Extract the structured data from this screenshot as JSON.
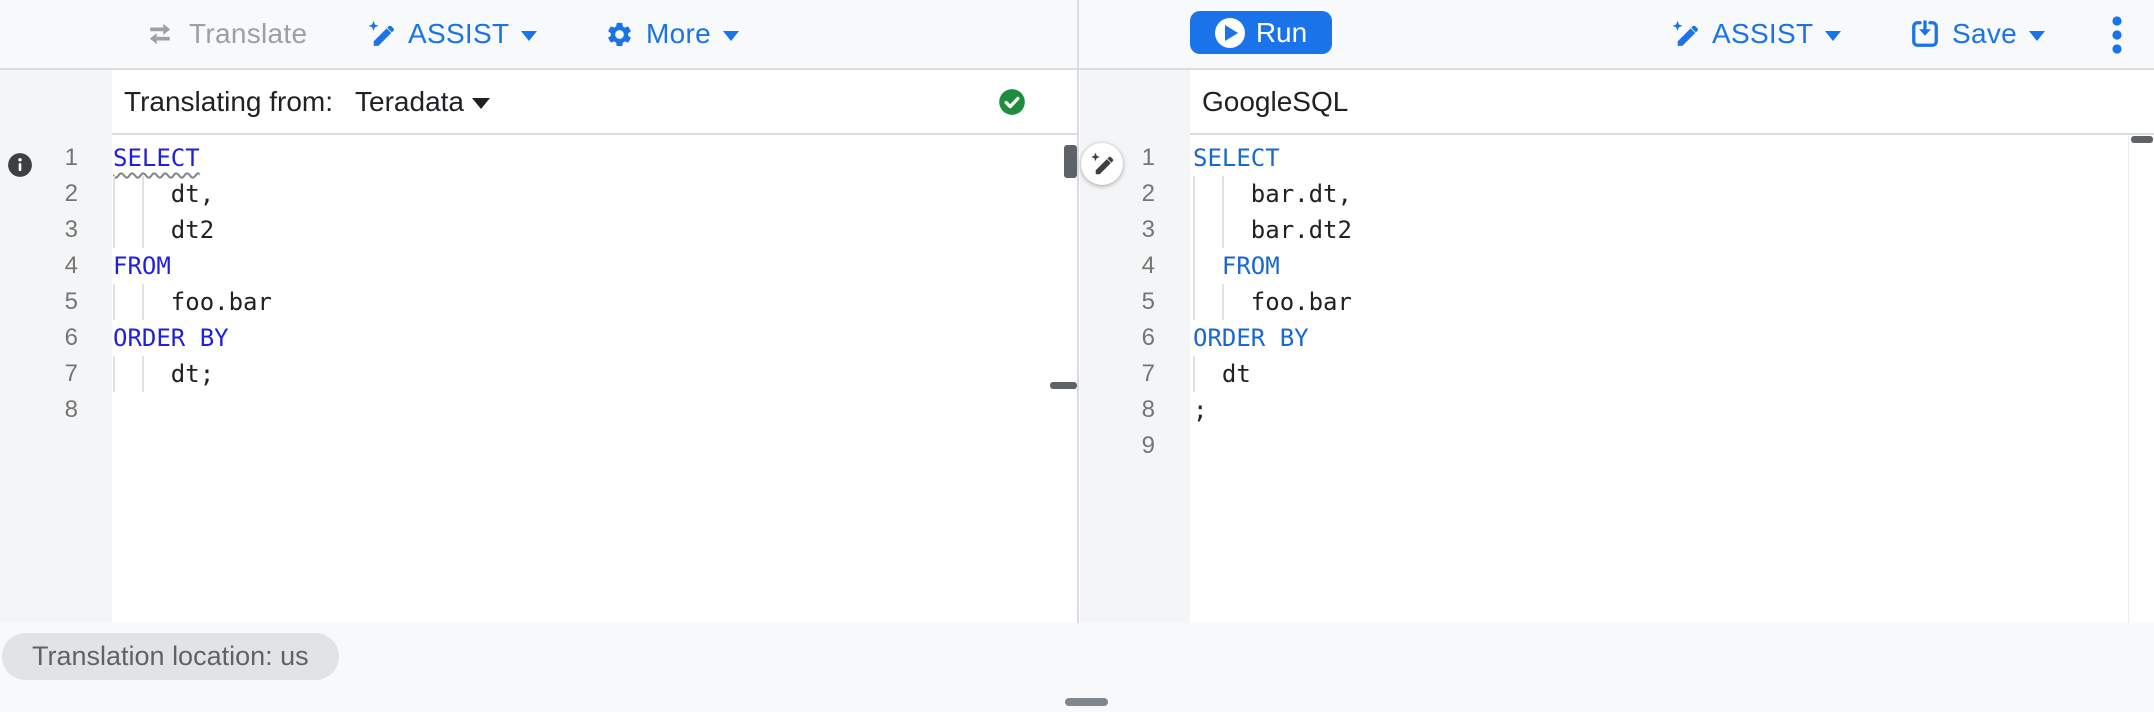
{
  "toolbar_left": {
    "translate": "Translate",
    "assist": "ASSIST",
    "more": "More"
  },
  "toolbar_right": {
    "run": "Run",
    "assist": "ASSIST",
    "save": "Save"
  },
  "left_panel": {
    "translating_from_label": "Translating from:",
    "source_dialect": "Teradata"
  },
  "right_panel": {
    "dialect_label": "GoogleSQL"
  },
  "left_editor": {
    "lines": [
      {
        "n": "1",
        "parts": [
          {
            "t": "SELECT",
            "c": "kw",
            "sq": true
          }
        ]
      },
      {
        "n": "2",
        "g": [
          0,
          2
        ],
        "parts": [
          {
            "t": "    dt,",
            "c": "pl"
          }
        ]
      },
      {
        "n": "3",
        "g": [
          0,
          2
        ],
        "parts": [
          {
            "t": "    dt2",
            "c": "pl"
          }
        ]
      },
      {
        "n": "4",
        "parts": [
          {
            "t": "FROM",
            "c": "kw"
          }
        ]
      },
      {
        "n": "5",
        "g": [
          0,
          2
        ],
        "parts": [
          {
            "t": "    foo.bar",
            "c": "pl"
          }
        ]
      },
      {
        "n": "6",
        "parts": [
          {
            "t": "ORDER BY",
            "c": "kw"
          }
        ]
      },
      {
        "n": "7",
        "g": [
          0,
          2
        ],
        "parts": [
          {
            "t": "    dt;",
            "c": "pl"
          }
        ]
      },
      {
        "n": "8",
        "parts": [
          {
            "t": "",
            "c": "pl"
          }
        ]
      }
    ]
  },
  "right_editor": {
    "lines": [
      {
        "n": "1",
        "parts": [
          {
            "t": "SELECT",
            "c": "kw"
          }
        ]
      },
      {
        "n": "2",
        "g": [
          0,
          2
        ],
        "parts": [
          {
            "t": "    bar.dt,",
            "c": "pl"
          }
        ]
      },
      {
        "n": "3",
        "g": [
          0,
          2
        ],
        "parts": [
          {
            "t": "    bar.dt2",
            "c": "pl"
          }
        ]
      },
      {
        "n": "4",
        "g": [
          0
        ],
        "parts": [
          {
            "t": "  ",
            "c": "pl"
          },
          {
            "t": "FROM",
            "c": "kw"
          }
        ]
      },
      {
        "n": "5",
        "g": [
          0,
          2
        ],
        "parts": [
          {
            "t": "    foo.bar",
            "c": "pl"
          }
        ]
      },
      {
        "n": "6",
        "parts": [
          {
            "t": "ORDER BY",
            "c": "kw"
          }
        ]
      },
      {
        "n": "7",
        "g": [
          0
        ],
        "parts": [
          {
            "t": "  dt",
            "c": "pl"
          }
        ]
      },
      {
        "n": "8",
        "parts": [
          {
            "t": ";",
            "c": "pl"
          }
        ]
      },
      {
        "n": "9",
        "parts": [
          {
            "t": "",
            "c": "pl"
          }
        ]
      }
    ]
  },
  "footer": {
    "location_chip": "Translation location: us"
  },
  "icons": {
    "translate": "swap-arrows",
    "assist": "magic-pen",
    "more": "gear",
    "run": "play-circle",
    "save": "save-arrow-down",
    "menu": "kebab-vertical",
    "status": "check-circle",
    "annotation": "info-circle",
    "assist_fab": "magic-pen"
  },
  "colors": {
    "accent_blue": "#1a73e8",
    "source_keyword": "#1f1fe0",
    "target_keyword": "#1967d2",
    "success_green": "#1e8e3e",
    "toolbar_bg": "#f8f9fa",
    "gutter_bg": "#f4f5f6",
    "border": "#dadce0",
    "code_text": "#202124",
    "line_number": "#757575",
    "disabled_text": "#9aa0a6",
    "chip_bg": "#e2e3e5",
    "chip_text": "#5f6368"
  }
}
